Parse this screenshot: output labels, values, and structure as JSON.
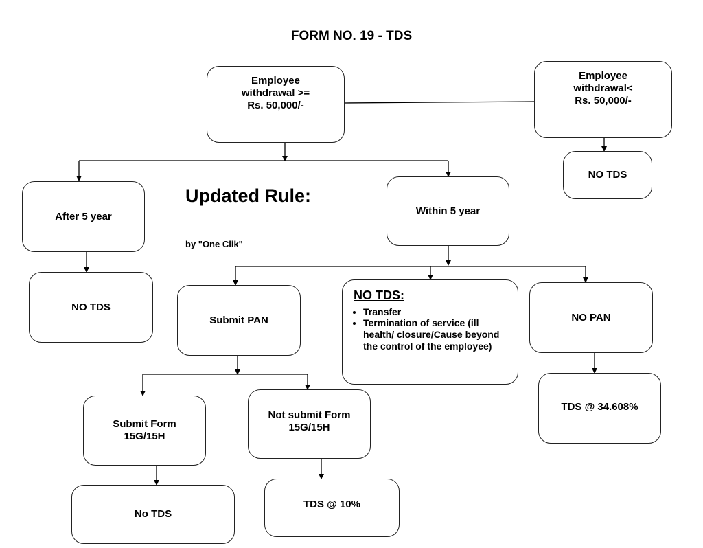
{
  "title": "FORM NO. 19 - TDS",
  "nodes": {
    "withdrawal_high": "Employee\nwithdrawal >=\nRs. 50,000/-",
    "withdrawal_low": "Employee\nwithdrawal<\nRs. 50,000/-",
    "no_tds_low": "NO TDS",
    "after_5_year": "After 5 year",
    "within_5_year": "Within 5 year",
    "no_tds_after": "NO TDS",
    "submit_pan": "Submit PAN",
    "no_pan": "NO PAN",
    "submit_form": "Submit Form\n15G/15H",
    "not_submit_form": "Not submit Form\n15G/15H",
    "no_tds_form": "No TDS",
    "tds_10": "TDS @ 10%",
    "tds_34": "TDS @ 34.608%"
  },
  "no_tds_exceptions": {
    "heading": "NO TDS:",
    "items": [
      "Transfer",
      "Termination of service (ill health/ closure/Cause beyond the control of the employee)"
    ]
  },
  "annotation": {
    "headline": "Updated Rule:",
    "byline": "by \"One Clik\""
  }
}
